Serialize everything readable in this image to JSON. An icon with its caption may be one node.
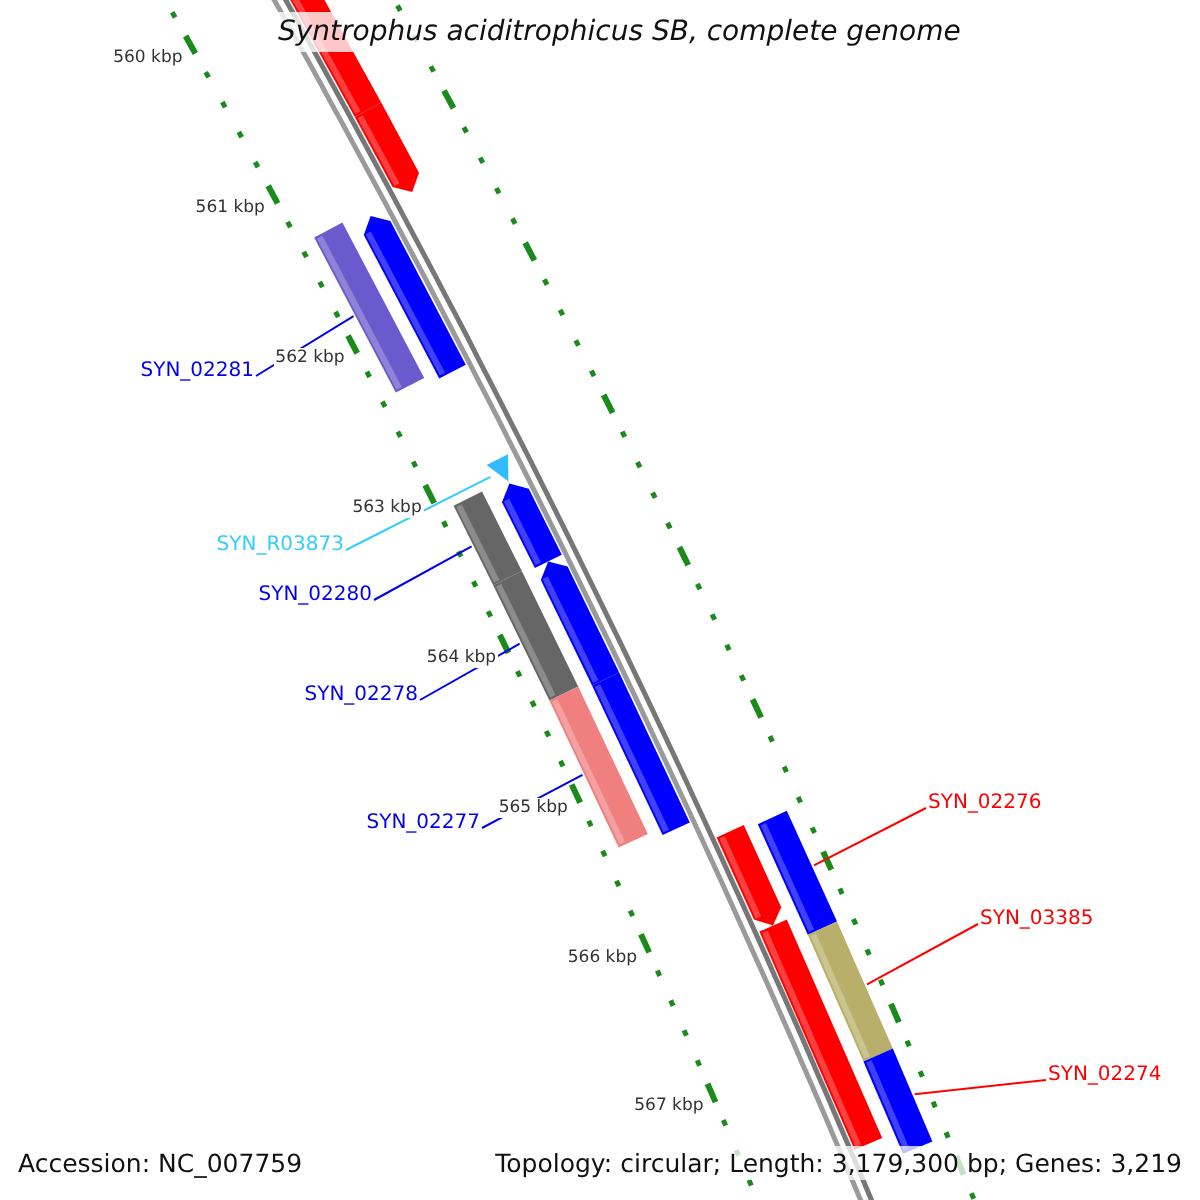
{
  "diagram": {
    "title": "Syntrophus aciditrophicus SB, complete genome",
    "nodes": [
      {
        "text": [
          "SYN_02281"
        ]
      },
      {
        "text": [
          "SYN_R03873"
        ]
      },
      {
        "text": [
          "SYN_02280"
        ]
      },
      {
        "text": [
          "SYN_02278"
        ]
      },
      {
        "text": [
          "SYN_02277"
        ]
      },
      {
        "text": [
          "SYN_02276"
        ]
      },
      {
        "text": [
          "SYN_03385"
        ]
      },
      {
        "text": [
          "SYN_02274"
        ]
      },
      {
        "text": [],
        "shape": "bar"
      },
      {
        "text": [],
        "shape": "bar"
      },
      {
        "text": [],
        "shape": "bar"
      },
      {
        "text": [],
        "shape": "bar"
      },
      {
        "text": [],
        "shape": "triangle"
      },
      {
        "text": [],
        "shape": "bar"
      },
      {
        "text": [],
        "shape": "bar"
      },
      {
        "text": [],
        "shape": "bar"
      },
      {
        "text": [],
        "shape": "bar"
      },
      {
        "text": [],
        "shape": "bar"
      },
      {
        "text": [],
        "shape": "bar"
      },
      {
        "text": [],
        "shape": "bar"
      },
      {
        "text": [],
        "shape": "bar"
      },
      {
        "text": [],
        "shape": "bar"
      },
      {
        "text": [],
        "shape": "bar"
      },
      {
        "text": [],
        "shape": "bar"
      }
    ],
    "edges": [
      {
        "from": 0,
        "to": 11,
        "arrow": "none"
      },
      {
        "from": 1,
        "to": 12,
        "arrow": "none",
        "color": "#33ccff"
      },
      {
        "from": 2,
        "to": 14,
        "arrow": "none"
      },
      {
        "from": 3,
        "to": 16,
        "arrow": "none"
      },
      {
        "from": 4,
        "to": 18,
        "arrow": "none"
      },
      {
        "from": 5,
        "to": 19,
        "arrow": "none",
        "color": "#ff0000"
      },
      {
        "from": 6,
        "to": 21,
        "arrow": "none",
        "color": "#ff0000"
      },
      {
        "from": 7,
        "to": 23,
        "arrow": "none",
        "color": "#ff0000"
      }
    ],
    "labels": [
      "560 kbp",
      "561 kbp",
      "562 kbp",
      "563 kbp",
      "564 kbp",
      "565 kbp",
      "566 kbp",
      "567 kbp",
      "Accession: NC_007759",
      "Topology: circular; Length: 3,179,300 bp; Genes: 3,219"
    ]
  }
}
